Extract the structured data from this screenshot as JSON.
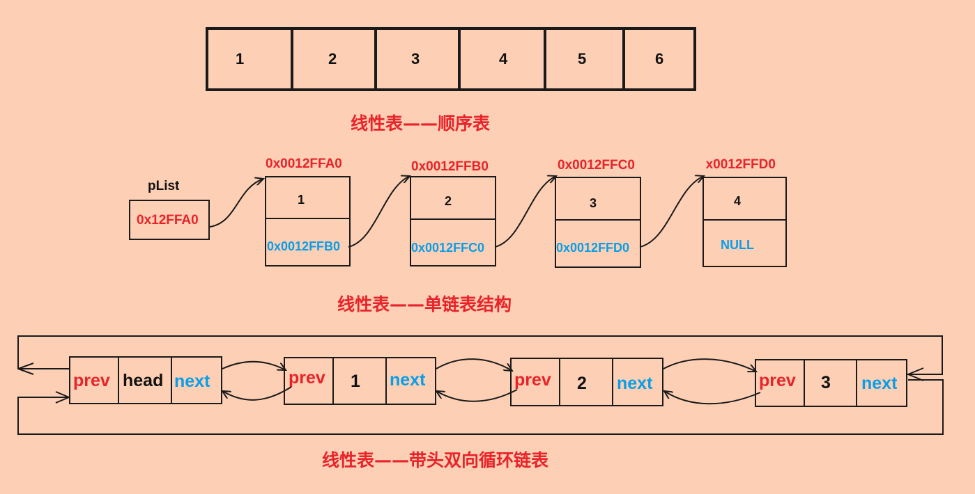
{
  "sequential": {
    "cells": [
      "1",
      "2",
      "3",
      "4",
      "5",
      "6"
    ],
    "caption": "线性表——顺序表"
  },
  "singly": {
    "head_label": "pList",
    "head_value": "0x12FFA0",
    "nodes": [
      {
        "address": "0x0012FFA0",
        "data": "1",
        "next": "0x0012FFB0"
      },
      {
        "address": "0x0012FFB0",
        "data": "2",
        "next": "0x0012FFC0"
      },
      {
        "address": "0x0012FFC0",
        "data": "3",
        "next": "0x0012FFD0"
      },
      {
        "address": "0x0012FFD0",
        "data": "4",
        "next": "NULL"
      }
    ],
    "caption": "线性表——单链表结构"
  },
  "doubly": {
    "nodes": [
      {
        "prev": "prev",
        "data": "head",
        "next": "next"
      },
      {
        "prev": "prev",
        "data": "1",
        "next": "next"
      },
      {
        "prev": "prev",
        "data": "2",
        "next": "next"
      },
      {
        "prev": "prev",
        "data": "3",
        "next": "next"
      }
    ],
    "caption": "线性表——带头双向循环链表"
  },
  "colors": {
    "background": "#FDD0B5",
    "red_text": "#E8232A",
    "blue_text": "#0A9EE8",
    "stroke": "#1a1a1a"
  }
}
